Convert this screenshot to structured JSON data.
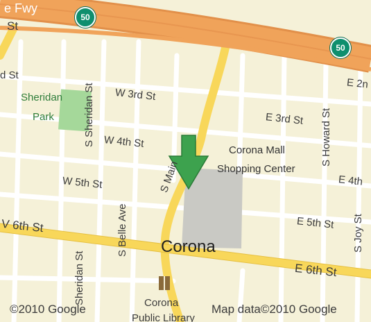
{
  "map": {
    "colors": {
      "background": "#f5f1d8",
      "block": "#f4efd2",
      "street": "#ffffff",
      "arterial": "#f8d75a",
      "freeway": "#f0a35a",
      "park": "#a5d89a",
      "mall": "#c9c9c4",
      "marker": "#3da24e"
    },
    "highway": {
      "name_partial": "e Fwy",
      "shield_number": "50",
      "shield_number_2": "50"
    },
    "streets": {
      "st_top_left": "St",
      "d_st_left": "d St",
      "w_3rd": "W 3rd St",
      "e_3rd": "E 3rd St",
      "w_4th": "W 4th St",
      "e_4th": "E 4th",
      "w_5th": "W 5th St",
      "e_5th": "E 5th St",
      "w_6th": "V 6th St",
      "e_6th": "E 6th St",
      "e_2nd": "E 2n",
      "s_sheridan_top": "S Sheridan St",
      "s_sheridan_bottom": "Sheridan St",
      "s_belle": "S Belle Ave",
      "s_main": "S Main",
      "s_howard": "S Howard St",
      "s_joy": "S Joy St"
    },
    "places": {
      "park_line1": "Sheridan",
      "park_line2": "Park",
      "mall_line1": "Corona Mall",
      "mall_line2": "Shopping Center",
      "city": "Corona",
      "library_line1": "Corona",
      "library_line2": "Public Library"
    },
    "attribution": {
      "left": "©2010 Google",
      "right": "Map data©2010 Google"
    }
  }
}
